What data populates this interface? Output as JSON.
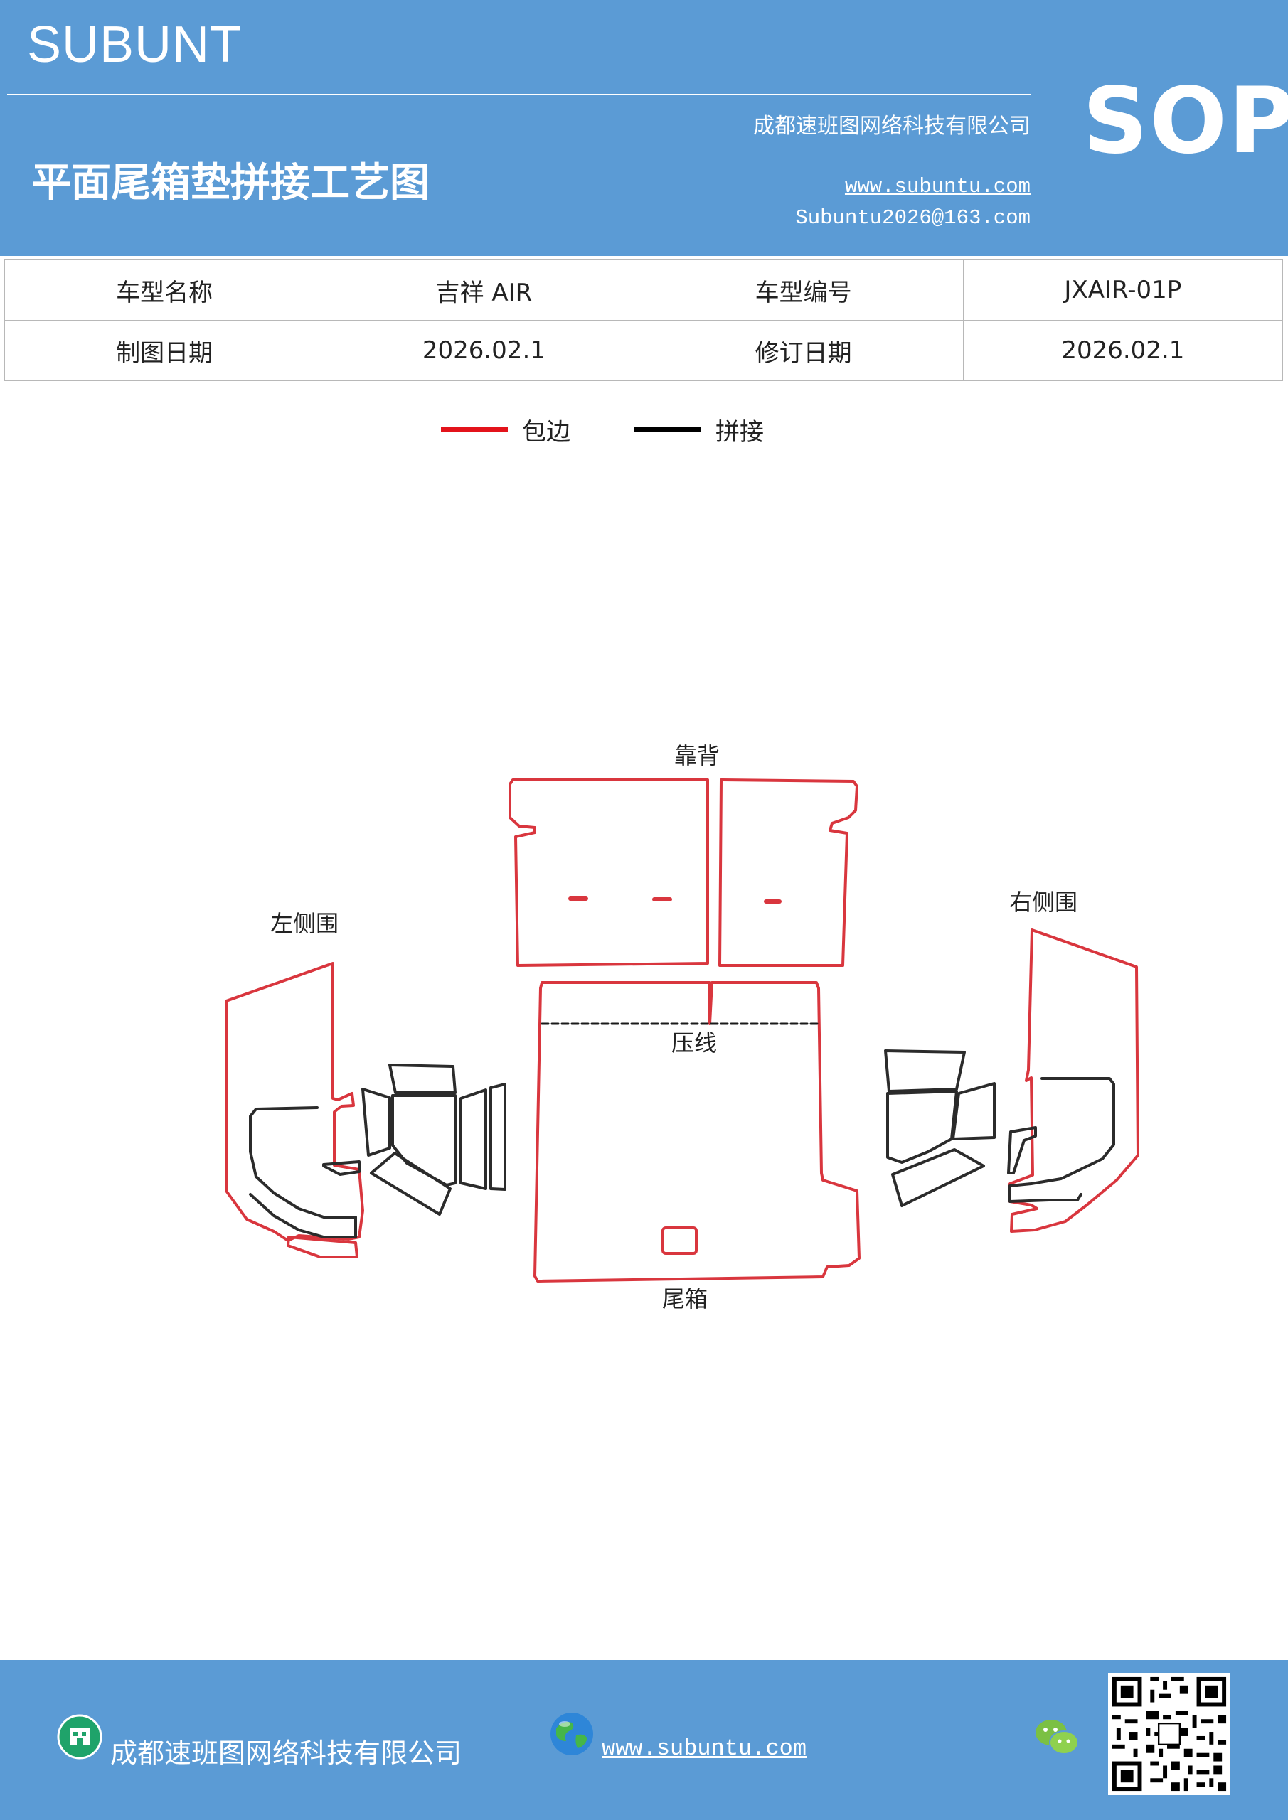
{
  "header": {
    "brand": "SUBUNT",
    "title": "平面尾箱垫拼接工艺图",
    "company": "成都速班图网络科技有限公司",
    "website": "www.subuntu.com",
    "email": "Subuntu2026@163.com",
    "sop_label": "SOP"
  },
  "info_table": {
    "rows": [
      [
        "车型名称",
        "吉祥 AIR",
        "车型编号",
        "JXAIR-01P"
      ],
      [
        "制图日期",
        "2026.02.1",
        "修订日期",
        "2026.02.1"
      ]
    ]
  },
  "legend": {
    "items": [
      {
        "label": "包边",
        "color": "#e3131b"
      },
      {
        "label": "拼接",
        "color": "#000000"
      }
    ]
  },
  "diagram": {
    "labels": {
      "backrest": "靠背",
      "left_side": "左侧围",
      "right_side": "右侧围",
      "crease": "压线",
      "trunk": "尾箱"
    },
    "colors": {
      "edge": "#d9363e",
      "seam": "#2b2b2b"
    }
  },
  "footer": {
    "company": "成都速班图网络科技有限公司",
    "website": "www.subuntu.com"
  }
}
